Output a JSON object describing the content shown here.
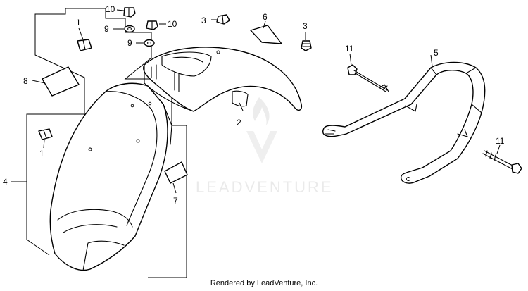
{
  "callouts": {
    "c1a": "1",
    "c1b": "1",
    "c2": "2",
    "c3a": "3",
    "c3b": "3",
    "c4": "4",
    "c5": "5",
    "c6": "6",
    "c7": "7",
    "c8": "8",
    "c9a": "9",
    "c9b": "9",
    "c10a": "10",
    "c10b": "10",
    "c11a": "11",
    "c11b": "11"
  },
  "watermark": {
    "brand": "LEADVENTURE",
    "color": "#d9d9d9"
  },
  "footer": {
    "credit": "Rendered by LeadVenture, Inc."
  }
}
